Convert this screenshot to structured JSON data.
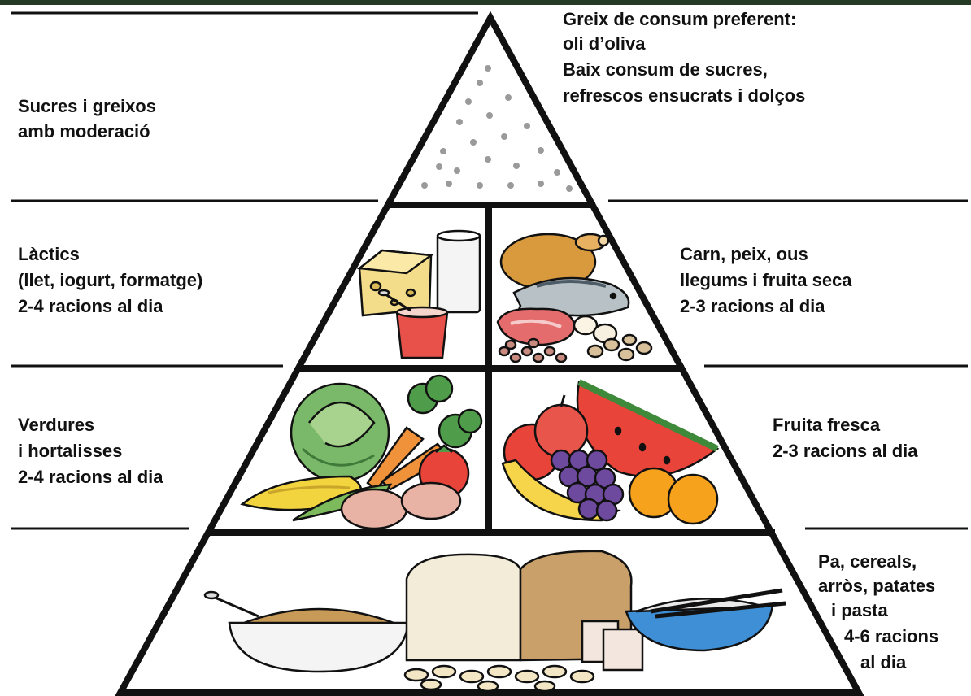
{
  "colors": {
    "top_border": "#243a24",
    "outline": "#111111",
    "sugar_dots": "#9a9a9a",
    "text": "#111111"
  },
  "labels": {
    "top_left": [
      "Sucres i greixos",
      "amb moderació"
    ],
    "top_right": [
      "Greix de consum preferent:",
      "oli d’oliva",
      "Baix consum de sucres,",
      "refrescos ensucrats i dolços"
    ],
    "dairy": [
      "Làctics",
      "(llet, iogurt, formatge)",
      "2-4 racions al dia"
    ],
    "protein": [
      "Carn, peix, ous",
      "llegums i fruita seca",
      "2-3 racions al dia"
    ],
    "vegetables": [
      "Verdures",
      "i hortalisses",
      "2-4 racions al dia"
    ],
    "fruit": [
      "Fruita fresca",
      "2-3 racions al dia"
    ],
    "cereals": [
      "Pa, cereals,",
      "arròs, patates",
      "i pasta",
      "4-6 racions",
      "al dia"
    ]
  },
  "illustrations": {
    "sugar": "sugar-dots-icon",
    "dairy": "milk-cheese-yogurt-icon",
    "protein": "chicken-fish-meat-eggs-icon",
    "vegetables": "cabbage-carrot-corn-tomato-icon",
    "fruit": "watermelon-apple-grapes-banana-orange-icon",
    "cereals": "cereal-bread-rice-crackers-icon"
  }
}
